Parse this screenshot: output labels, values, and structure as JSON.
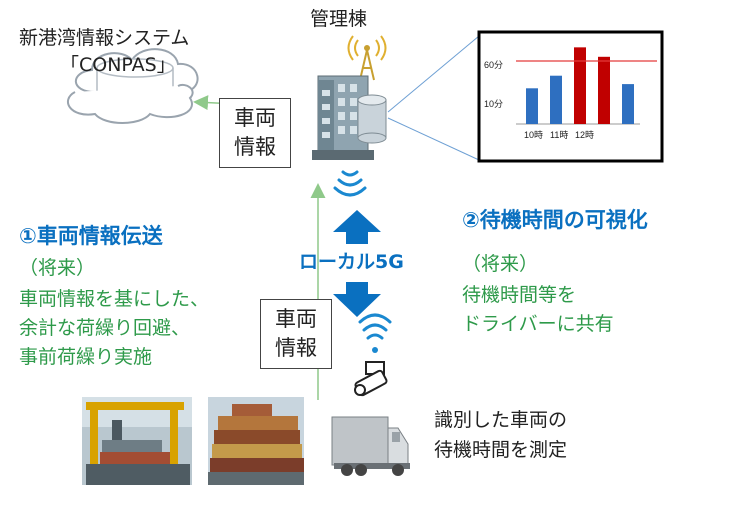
{
  "conpas": {
    "line1": "新港湾情報システム",
    "line2": "「CONPAS」"
  },
  "building": {
    "label": "管理棟"
  },
  "vehicle_info_box": {
    "line1": "車両",
    "line2": "情報"
  },
  "vehicle_info_box2": {
    "line1": "車両",
    "line2": "情報"
  },
  "local5g": {
    "label": "ローカル5G"
  },
  "left_block": {
    "heading": "①車両情報伝送",
    "future": "（将来）",
    "body1": "車両情報を基にした、",
    "body2": "余計な荷繰り回避、",
    "body3": "事前荷繰り実施"
  },
  "right_block": {
    "heading": "②待機時間の可視化",
    "future": "（将来）",
    "body1": "待機時間等を",
    "body2": "ドライバーに共有"
  },
  "truck_caption": {
    "line1": "識別した車両の",
    "line2": "待機時間を測定"
  },
  "colors": {
    "accent_blue": "#0a70c0",
    "green_text": "#2e9a4a",
    "bar_blue": "#2e6fc0",
    "bar_red": "#c00000",
    "threshold": "#e33b3b"
  },
  "chart_data": {
    "type": "bar",
    "ytick_labels": [
      "10分",
      "60分"
    ],
    "x_tick_labels": [
      "10時",
      "11時",
      "12時"
    ],
    "values": [
      34,
      46,
      73,
      64,
      38
    ],
    "bar_colors": [
      "blue",
      "blue",
      "red",
      "red",
      "blue"
    ],
    "threshold": 60,
    "ylim": [
      0,
      80
    ]
  }
}
